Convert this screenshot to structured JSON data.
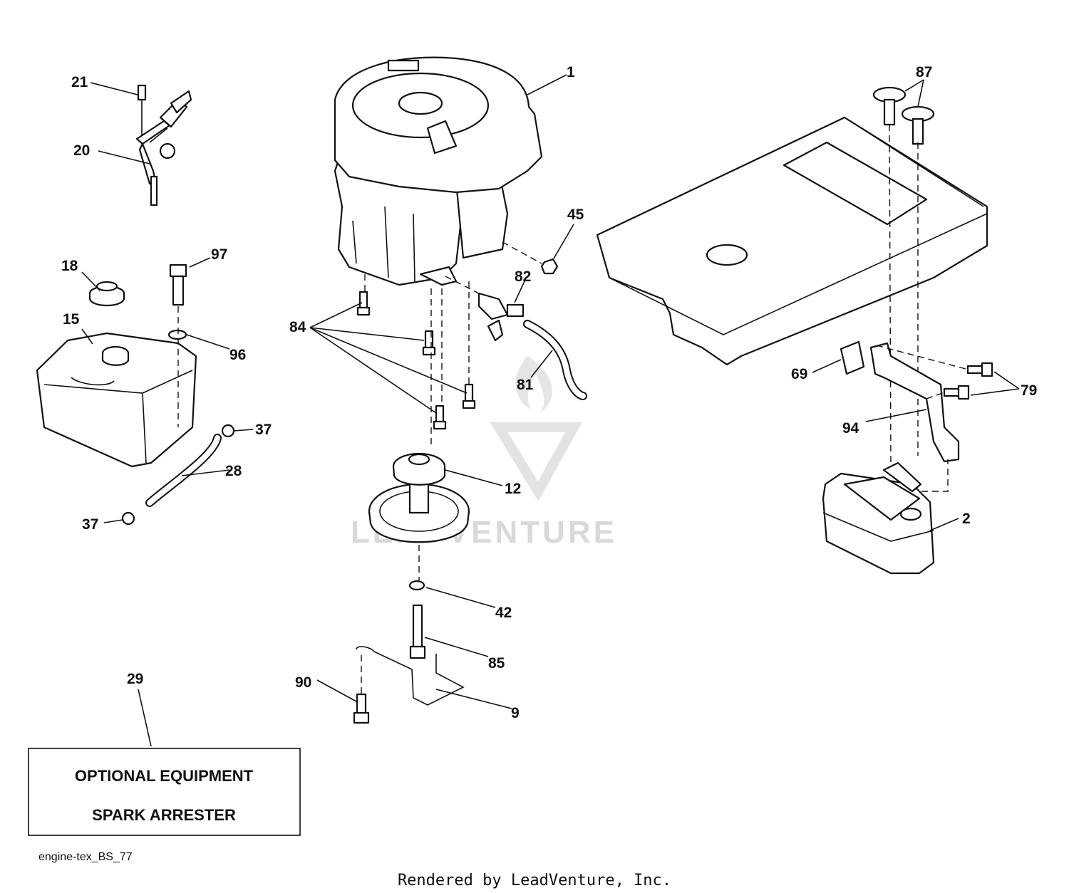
{
  "diagram": {
    "callouts": {
      "c1": "1",
      "c2": "2",
      "c9": "9",
      "c12": "12",
      "c15": "15",
      "c18": "18",
      "c20": "20",
      "c21": "21",
      "c28": "28",
      "c29": "29",
      "c37a": "37",
      "c37b": "37",
      "c42": "42",
      "c45": "45",
      "c69": "69",
      "c79": "79",
      "c81": "81",
      "c82": "82",
      "c84": "84",
      "c85": "85",
      "c87": "87",
      "c90": "90",
      "c94": "94",
      "c96": "96",
      "c97": "97"
    },
    "optional_box": {
      "line1": "OPTIONAL EQUIPMENT",
      "line2": "SPARK ARRESTER"
    },
    "diagram_code": "engine-tex_BS_77",
    "watermark": "LEADVENTURE",
    "credit": "Rendered by LeadVenture, Inc."
  }
}
